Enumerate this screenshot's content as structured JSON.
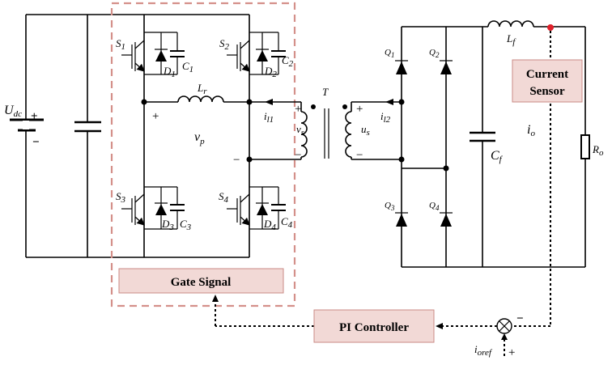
{
  "blocks": {
    "gate_signal": "Gate Signal",
    "current_sensor_line1": "Current",
    "current_sensor_line2": "Sensor",
    "pi_controller": "PI Controller"
  },
  "labels": {
    "udc": "U",
    "udc_sub": "dc",
    "s1": "S",
    "s1_sub": "1",
    "s2": "S",
    "s2_sub": "2",
    "s3": "S",
    "s3_sub": "3",
    "s4": "S",
    "s4_sub": "4",
    "d1": "D",
    "d1_sub": "1",
    "d2": "D",
    "d2_sub": "2",
    "d3": "D",
    "d3_sub": "3",
    "d4": "D",
    "d4_sub": "4",
    "c1": "C",
    "c1_sub": "1",
    "c2": "C",
    "c2_sub": "2",
    "c3": "C",
    "c3_sub": "3",
    "c4": "C",
    "c4_sub": "4",
    "lr": "L",
    "lr_sub": "r",
    "vp": "v",
    "vp_sub": "p",
    "il1": "i",
    "il1_sub": "l1",
    "il2": "i",
    "il2_sub": "l2",
    "vs": "v",
    "vs_sub": "s",
    "us": "u",
    "us_sub": "s",
    "t": "T",
    "q1": "Q",
    "q1_sub": "1",
    "q2": "Q",
    "q2_sub": "2",
    "q3": "Q",
    "q3_sub": "3",
    "q4": "Q",
    "q4_sub": "4",
    "lf": "L",
    "lf_sub": "f",
    "cf": "C",
    "cf_sub": "f",
    "io": "i",
    "io_sub": "o",
    "ro": "R",
    "ro_sub": "o",
    "ioref": "i",
    "ioref_sub": "oref",
    "plus": "+",
    "minus": "−"
  },
  "colors": {
    "box_fill": "#f2d9d6",
    "box_stroke": "#c98a85",
    "dashed_border": "#d4908a",
    "sensor_dot": "#e0202a"
  }
}
